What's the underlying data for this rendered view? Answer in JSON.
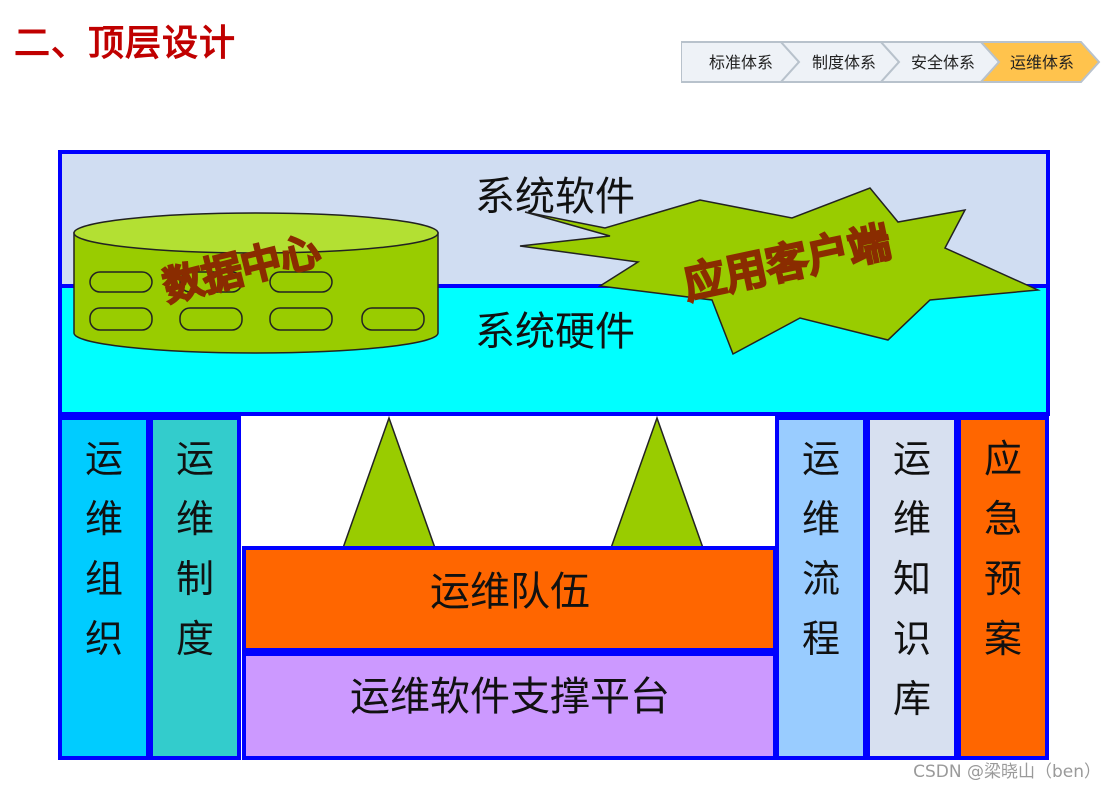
{
  "title": "二、顶层设计",
  "breadcrumb": {
    "items": [
      "标准体系",
      "制度体系",
      "安全体系",
      "运维体系"
    ],
    "active_index": 3,
    "colors": {
      "inactive": "#eef2f7",
      "active": "#ffc34d",
      "border": "#b8c2cc"
    }
  },
  "diagram": {
    "software_label": "系统软件",
    "hardware_label": "系统硬件",
    "data_center_label": "数据中心",
    "client_label": "应用客户端",
    "team_label": "运维队伍",
    "platform_label": "运维软件支撑平台",
    "columns": {
      "organization": [
        "运",
        "维",
        "组",
        "织"
      ],
      "system": [
        "运",
        "维",
        "制",
        "度"
      ],
      "process": [
        "运",
        "维",
        "流",
        "程"
      ],
      "knowledge": [
        "运",
        "维",
        "知",
        "识",
        "库"
      ],
      "emergency": [
        "应",
        "急",
        "预",
        "案"
      ]
    },
    "colors": {
      "border": "#0000ff",
      "software_bg": "#d0ddf2",
      "hardware_bg": "#00ffff",
      "organization": "#00ccff",
      "system": "#33cccc",
      "process": "#99ccff",
      "knowledge": "#d7e0f0",
      "emergency": "#ff6600",
      "team": "#ff6600",
      "platform": "#cc99ff",
      "green": "#99cc00"
    }
  },
  "watermark": "CSDN @梁晓山（ben）"
}
